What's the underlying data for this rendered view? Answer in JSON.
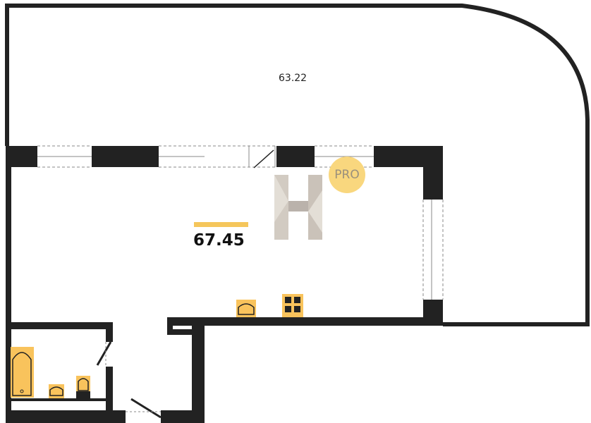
{
  "rooms": {
    "terrace_area": "63.22",
    "main_area": "67.45"
  },
  "badge": {
    "label": "PRO"
  },
  "colors": {
    "wall": "#222222",
    "accent": "#f5c65b",
    "fixture": "#f9c35c",
    "badge": "#f9d77e"
  }
}
